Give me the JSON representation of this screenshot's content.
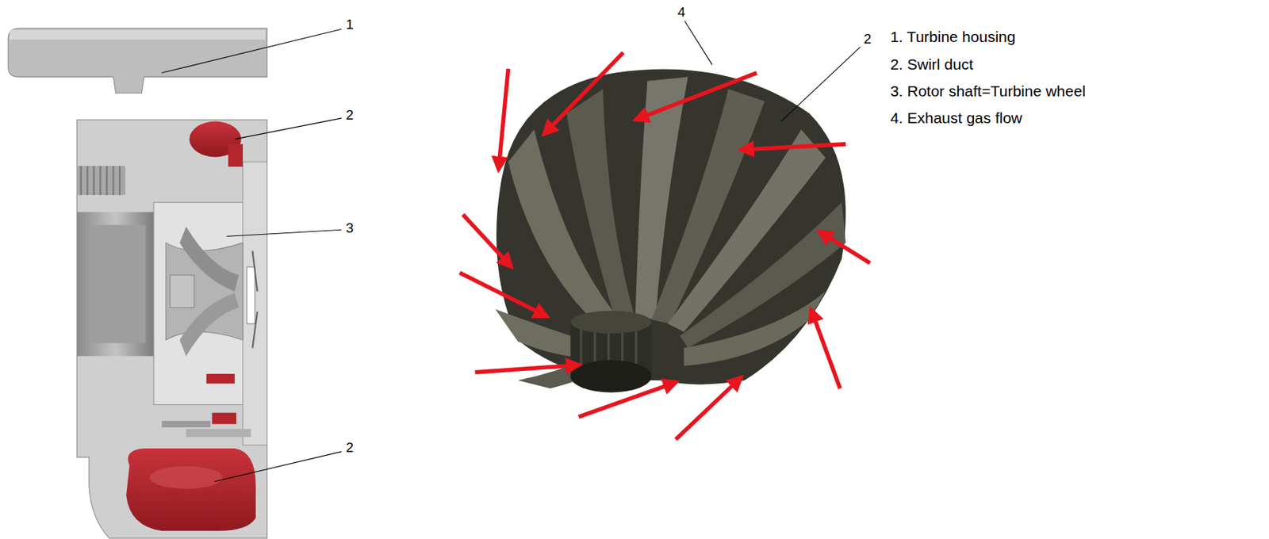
{
  "diagram": {
    "labels": [
      "1",
      "2",
      "3",
      "2",
      "4",
      "2",
      "1. Turbine housing",
      "2. Swirl duct",
      "3. Rotor shaft=Turbine wheel",
      "4. Exhaust gas flow"
    ]
  }
}
